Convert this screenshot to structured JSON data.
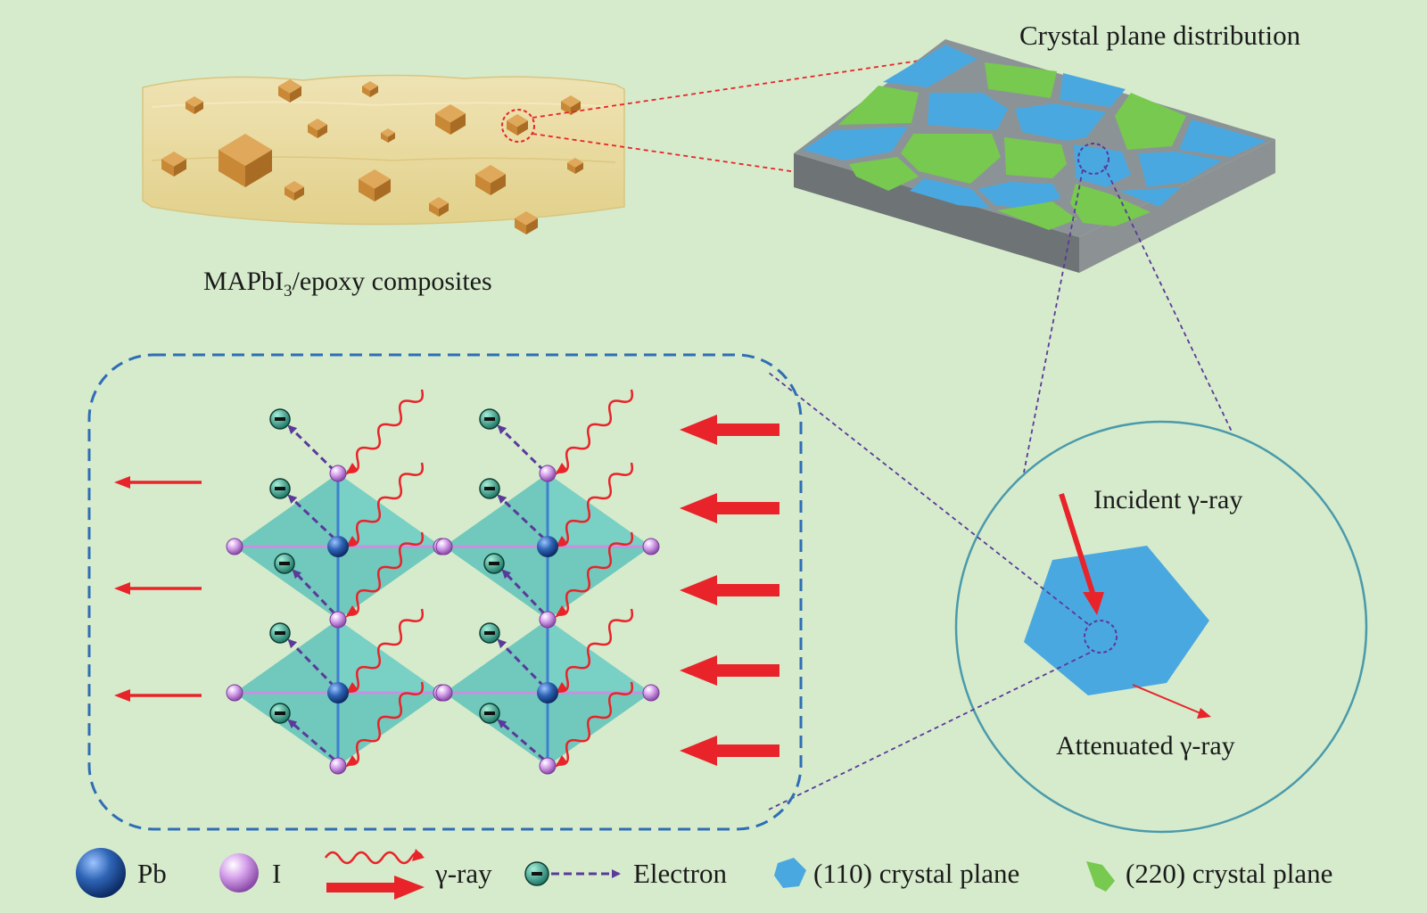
{
  "labels": {
    "composite_main": "MAPbI",
    "composite_sub": "3",
    "composite_rest": "/epoxy composites",
    "crystal_plane_distribution": "Crystal plane distribution",
    "incident_ray": "Incident γ-ray",
    "attenuated_ray": "Attenuated γ-ray",
    "electron_symbol": "−"
  },
  "legend": {
    "pb": "Pb",
    "iodine": "I",
    "gamma_ray": "γ-ray",
    "electron": "Electron",
    "plane_110": "(110) crystal plane",
    "plane_220": "(220) crystal plane"
  },
  "colors": {
    "background": "#d6ebcc",
    "plane_110": "#4aa8e0",
    "plane_220": "#77c94f",
    "gamma_ray": "#e8242a",
    "electron_path": "#5a3a9a",
    "octahedron": "#5ec3b8",
    "pb_atom": "#2e64b5",
    "i_atom": "#c98fe0",
    "crystal": "#c98a3a",
    "epoxy": "#ecdba0",
    "inset_border": "#2f6db5",
    "circle_border": "#4a9aab"
  },
  "icons": {
    "pb": "pb-atom-icon",
    "iodine": "i-atom-icon",
    "gamma_ray": "gamma-ray-wave-icon",
    "electron": "electron-icon",
    "plane_110": "hexagon-blue-icon",
    "plane_220": "polygon-green-icon"
  }
}
